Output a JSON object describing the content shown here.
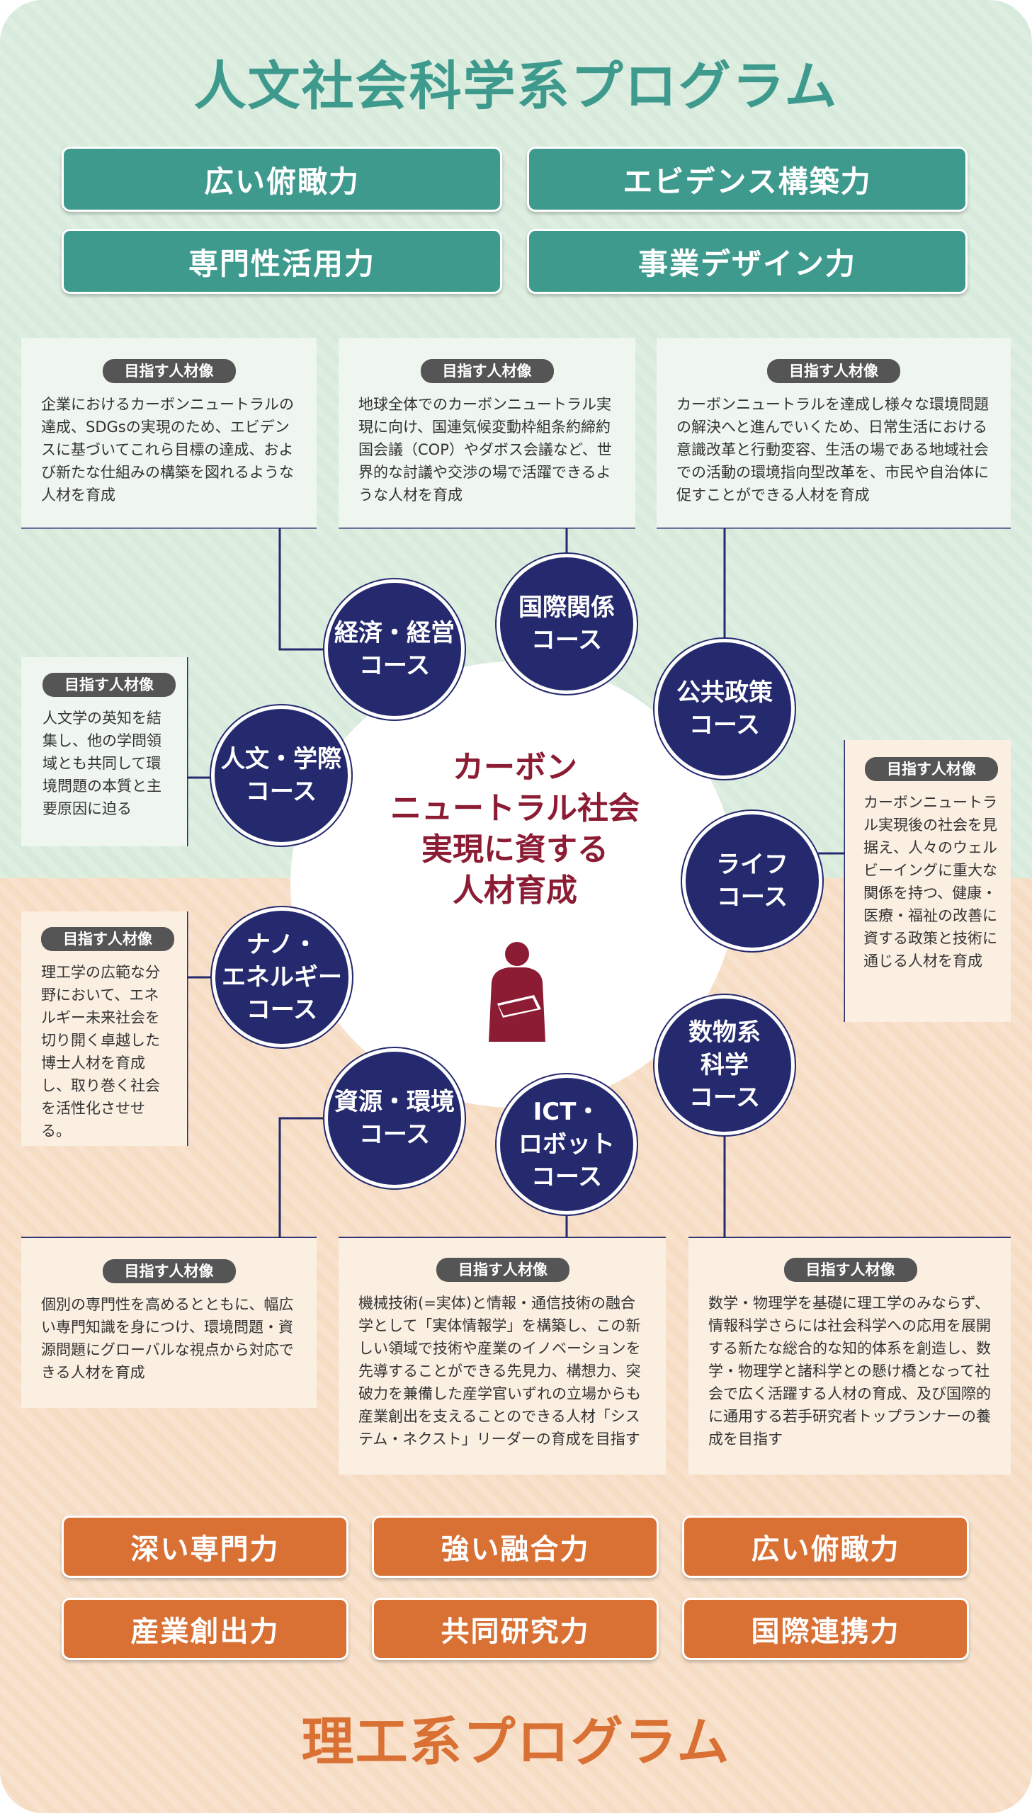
{
  "top_program": {
    "title": "人文社会科学系プログラム",
    "skills": [
      "広い俯瞰力",
      "エビデンス構築力",
      "専門性活用力",
      "事業デザイン力"
    ]
  },
  "bottom_program": {
    "title": "理工系プログラム",
    "skills": [
      "深い専門力",
      "強い融合力",
      "広い俯瞰力",
      "産業創出力",
      "共同研究力",
      "国際連携力"
    ]
  },
  "badge_label": "目指す人材像",
  "center": {
    "lines": [
      "カーボン",
      "ニュートラル社会",
      "実現に資する",
      "人材育成"
    ],
    "icon": "person-with-tablet-icon"
  },
  "courses": {
    "keizai": {
      "lines": [
        "経済・経営",
        "コース"
      ],
      "description": "企業におけるカーボンニュートラルの達成、SDGsの実現のため、エビデンスに基づいてこれら目標の達成、および新たな仕組みの構築を図れるような人材を育成"
    },
    "kokusai": {
      "lines": [
        "国際関係",
        "コース"
      ],
      "description": "地球全体でのカーボンニュートラル実現に向け、国連気候変動枠組条約締約国会議（COP）やダボス会議など、世界的な討議や交渉の場で活躍できるような人材を育成"
    },
    "kokyo": {
      "lines": [
        "公共政策",
        "コース"
      ],
      "description": "カーボンニュートラルを達成し様々な環境問題の解決へと進んでいくため、日常生活における意識改革と行動変容、生活の場である地域社会での活動の環境指向型改革を、市民や自治体に促すことができる人材を育成"
    },
    "jinbun": {
      "lines": [
        "人文・学際",
        "コース"
      ],
      "description": "人文学の英知を結集し、他の学問領域とも共同して環境問題の本質と主要原因に迫る"
    },
    "life": {
      "lines": [
        "ライフ",
        "コース"
      ],
      "description": "カーボンニュートラル実現後の社会を見据え、人々のウェルビーイングに重大な関係を持つ、健康・医療・福祉の改善に資する政策と技術に通じる人材を育成"
    },
    "nano": {
      "lines": [
        "ナノ・",
        "エネルギー",
        "コース"
      ],
      "description": "理工学の広範な分野において、エネルギー未来社会を切り開く卓越した博士人材を育成し、取り巻く社会を活性化させせる。"
    },
    "sugaku": {
      "lines": [
        "数物系",
        "科学",
        "コース"
      ],
      "description": "数学・物理学を基礎に理工学のみならず、情報科学さらには社会科学への応用を展開する新たな総合的な知的体系を創造し、数学・物理学と諸科学との懸け橋となって社会で広く活躍する人材の育成、及び国際的に通用する若手研究者トップランナーの養成を目指す"
    },
    "shigen": {
      "lines": [
        "資源・環境",
        "コース"
      ],
      "description": "個別の専門性を高めるとともに、幅広い専門知識を身につけ、環境問題・資源問題にグローバルな視点から対応できる人材を育成"
    },
    "ict": {
      "lines": [
        "ICT・",
        "ロボット",
        "コース"
      ],
      "description": "機械技術(=実体)と情報・通信技術の融合学として「実体情報学」を構築し、この新しい領域で技術や産業のイノベーションを先導することができる先見力、構想力、突破力を兼備した産学官いずれの立場からも産業創出を支えることのできる人材「システム・ネクスト」リーダーの育成を目指す"
    }
  },
  "colors": {
    "teal": "#3f9a8e",
    "orange": "#d97034",
    "navy": "#252a6e",
    "maroon": "#8c1c34",
    "green_bg": "#d7eadb",
    "orange_bg": "#f6dcc3"
  }
}
